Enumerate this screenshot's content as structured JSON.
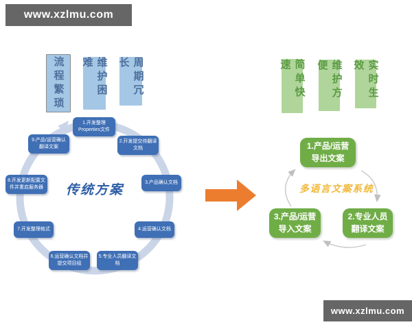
{
  "watermarks": {
    "top": "www.xzlmu.com",
    "bottom": "www.xzlmu.com"
  },
  "left_panel": {
    "pain_points": [
      "流程繁琐",
      "维护困难",
      "周期冗长"
    ],
    "center_label": "传统方案",
    "steps": [
      "1.开发整理\nProperties文件",
      "2.开发提交待翻译\n文档",
      "3.产品确认文档",
      "4.运营确认文档",
      "5.专业人员翻译文\n档",
      "6.运营确认文档并\n提交项目组",
      "7.开发整理格式",
      "8.开发更新配置文\n件并重启服务器",
      "9.产品/运营确认\n翻译文案"
    ]
  },
  "right_panel": {
    "benefits": [
      "简单快速",
      "维护方便",
      "实时生效"
    ],
    "center_label": "多语言文案系统",
    "steps": [
      "1.产品/运营\n导出文案",
      "2.专业人员\n翻译文案",
      "3.产品/运营\n导入文案"
    ]
  },
  "colors": {
    "banner_bg": "#666666",
    "cycle_ring": "#CBD5E8",
    "cycle_step_bg": "#3F6FB5",
    "pain_box_bg": "#A4C7E5",
    "pain_text": "#4E709D",
    "benefit_box_bg": "#AFD59A",
    "benefit_text": "#5C9B45",
    "green_step_bg": "#70AD47",
    "traditional_label": "#2E5EA6",
    "multilang_label": "#F0B93B",
    "transition_arrow": "#EC7D2F",
    "flow_arrow": "#C8C8C8"
  }
}
